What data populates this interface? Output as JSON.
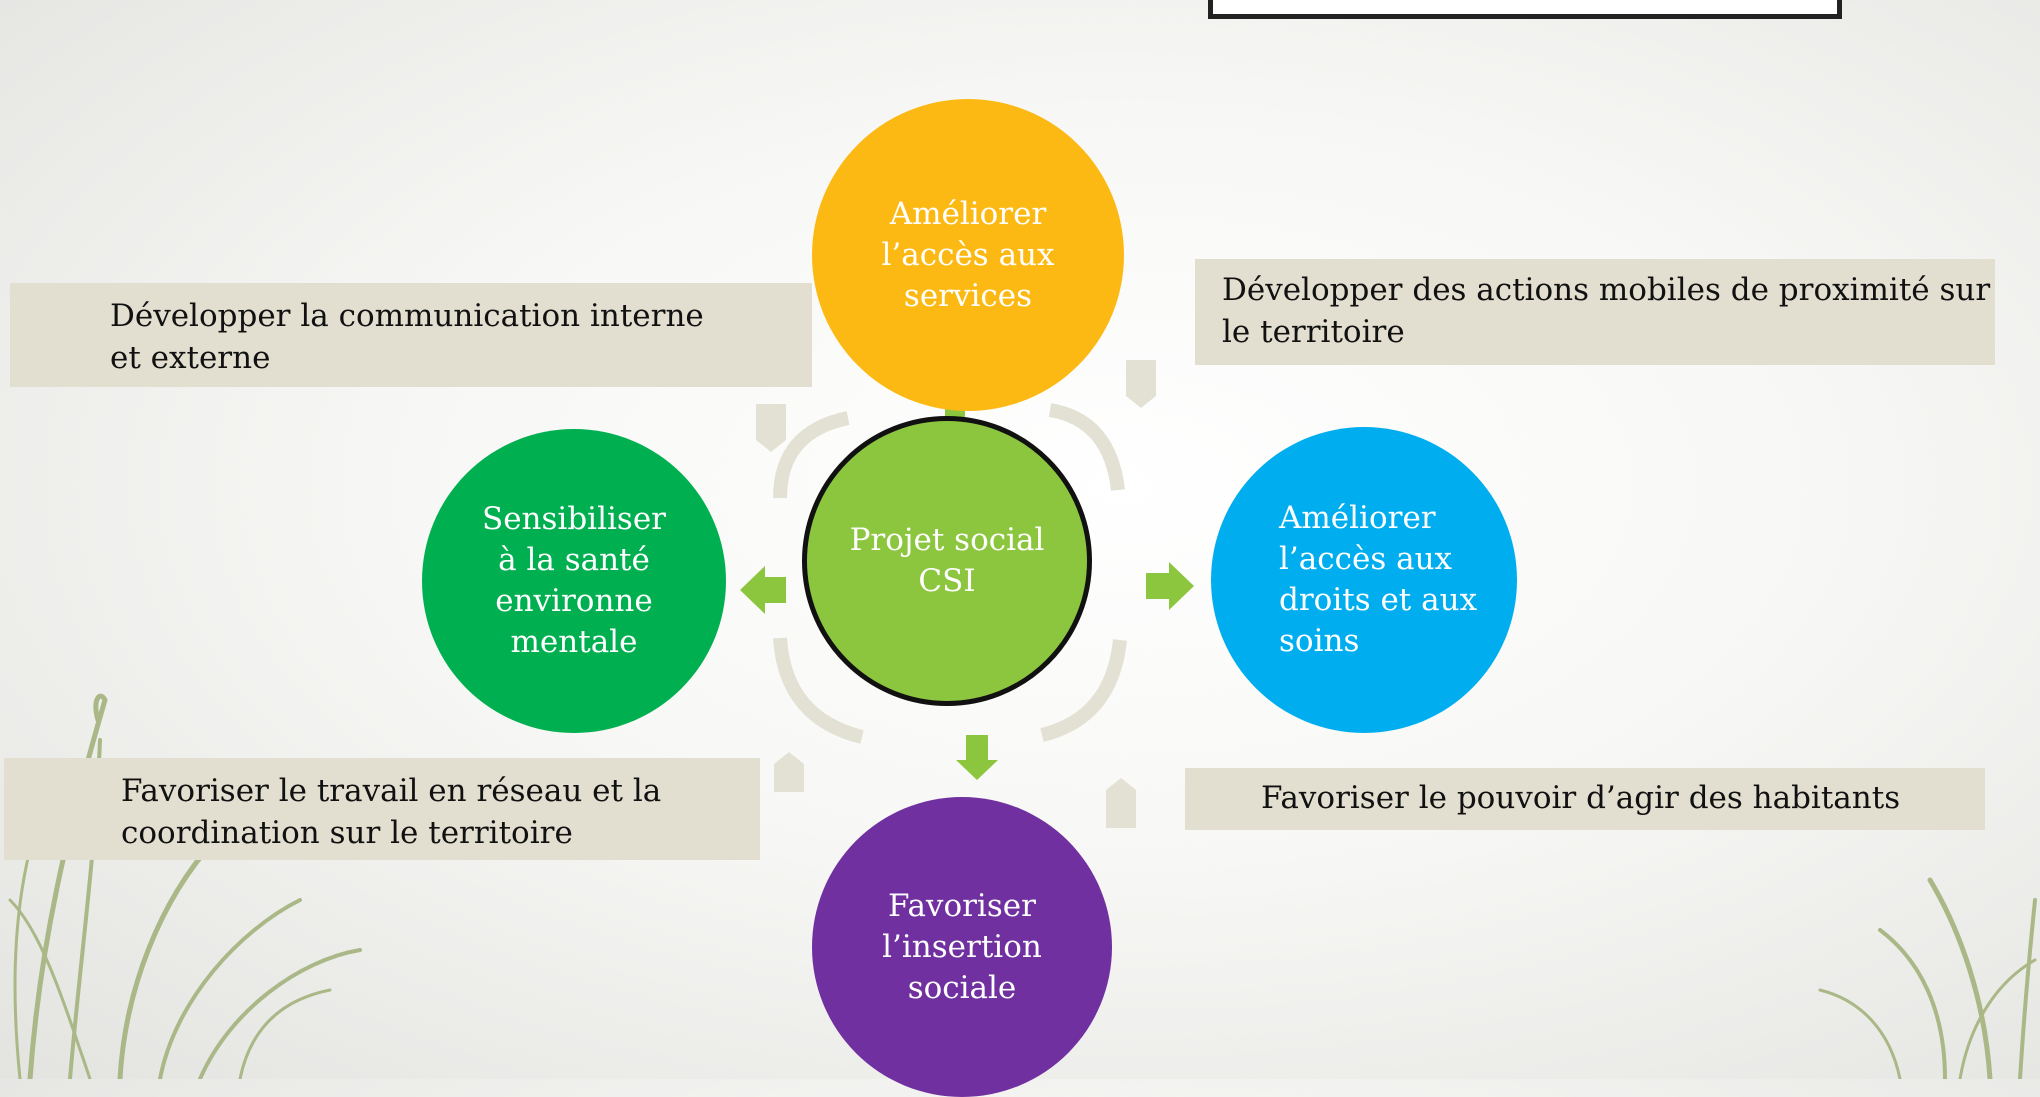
{
  "diagram": {
    "center": {
      "lines": [
        "Projet social",
        "CSI"
      ]
    },
    "nodes": {
      "top": {
        "lines": [
          "Améliorer",
          "l’accès aux",
          "services"
        ],
        "color": "#fdb913"
      },
      "left": {
        "lines": [
          "Sensibiliser",
          "à la santé",
          "environne",
          "mentale"
        ],
        "color": "#00b050"
      },
      "right": {
        "lines": [
          "Améliorer",
          "l’accès aux",
          "droits et aux",
          "soins"
        ],
        "color": "#00aeef"
      },
      "bottom": {
        "lines": [
          "Favoriser",
          "l’insertion",
          "sociale"
        ],
        "color": "#7030a0"
      }
    },
    "center_color": "#8cc63f",
    "banners": {
      "top_left": {
        "lines": [
          "Développer la communication interne",
          "et externe"
        ]
      },
      "top_right": {
        "lines": [
          "Développer des actions mobiles de proximité sur",
          "le territoire"
        ]
      },
      "bottom_left": {
        "lines": [
          "Favoriser le travail en réseau et la",
          "coordination sur le territoire"
        ]
      },
      "bottom_right": {
        "lines": [
          "Favoriser le pouvoir d’agir des habitants"
        ]
      }
    },
    "banner_color": "#e2ded0",
    "arrow_color": "#8cc63f",
    "ring_color": "#e3e1d3"
  }
}
